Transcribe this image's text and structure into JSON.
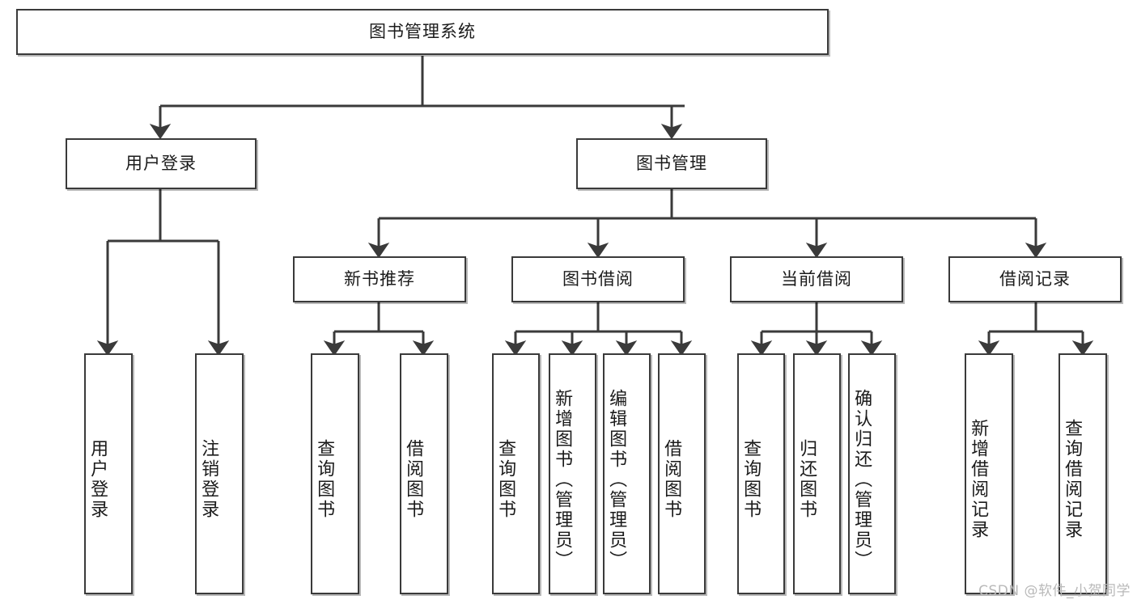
{
  "diagram": {
    "type": "tree",
    "title": "图书管理系统",
    "watermark": "CSDN @软件_小贺同学",
    "colors": {
      "box_border": "#3a3a3a",
      "box_fill": "#ffffff",
      "edge": "#3a3a3a",
      "text": "#1b1b1b",
      "watermark": "#b9b9b9"
    },
    "nodes": {
      "root": {
        "label": "图书管理系统"
      },
      "level2": [
        {
          "id": "user-login",
          "label": "用户登录"
        },
        {
          "id": "book-management",
          "label": "图书管理"
        }
      ],
      "level3": [
        {
          "id": "new-book-recommend",
          "label": "新书推荐"
        },
        {
          "id": "book-borrow",
          "label": "图书借阅"
        },
        {
          "id": "current-borrow",
          "label": "当前借阅"
        },
        {
          "id": "borrow-record",
          "label": "借阅记录"
        }
      ],
      "leaves": {
        "user-login": [
          {
            "id": "leaf-user-login",
            "label": "用户登录"
          },
          {
            "id": "leaf-logout",
            "label": "注销登录"
          }
        ],
        "new-book-recommend": [
          {
            "id": "leaf-query-book-1",
            "label": "查询图书"
          },
          {
            "id": "leaf-borrow-book-1",
            "label": "借阅图书"
          }
        ],
        "book-borrow": [
          {
            "id": "leaf-query-book-2",
            "label": "查询图书"
          },
          {
            "id": "leaf-add-book",
            "label": "新增图书（管理员）"
          },
          {
            "id": "leaf-edit-book",
            "label": "编辑图书（管理员）"
          },
          {
            "id": "leaf-borrow-book-2",
            "label": "借阅图书"
          }
        ],
        "current-borrow": [
          {
            "id": "leaf-query-book-3",
            "label": "查询图书"
          },
          {
            "id": "leaf-return-book",
            "label": "归还图书"
          },
          {
            "id": "leaf-confirm-return",
            "label": "确认归还（管理员）"
          }
        ],
        "borrow-record": [
          {
            "id": "leaf-add-record",
            "label": "新增借阅记录"
          },
          {
            "id": "leaf-query-record",
            "label": "查询借阅记录"
          }
        ]
      }
    }
  }
}
